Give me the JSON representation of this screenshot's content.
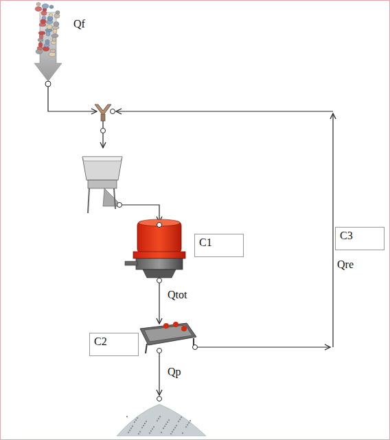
{
  "diagram": {
    "nodes": [
      {
        "text": [
          "C1"
        ]
      },
      {
        "text": [
          "C2"
        ]
      },
      {
        "text": [
          "C3"
        ]
      }
    ],
    "labels": [
      "Qf",
      "Qtot",
      "Qp",
      "Qre"
    ]
  }
}
